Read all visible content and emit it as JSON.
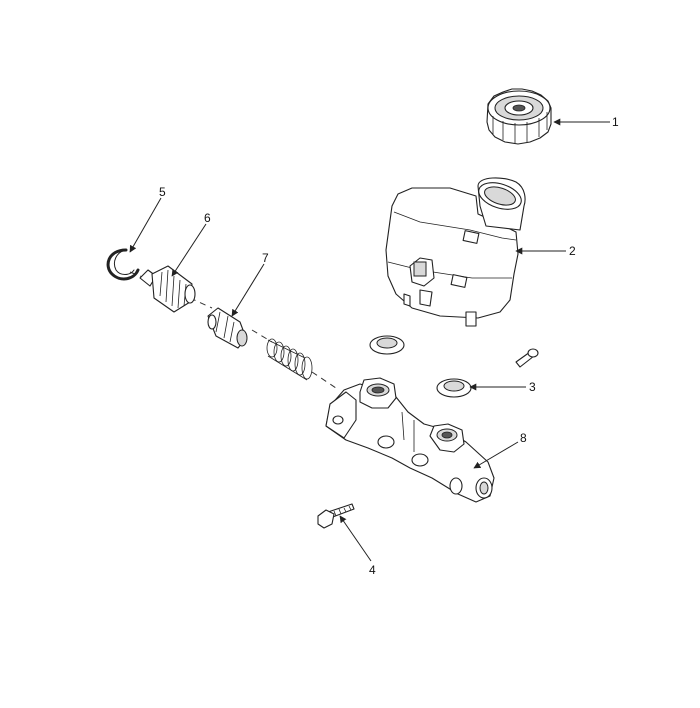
{
  "callouts": [
    {
      "id": "1",
      "label": "1"
    },
    {
      "id": "2",
      "label": "2"
    },
    {
      "id": "3",
      "label": "3"
    },
    {
      "id": "4",
      "label": "4"
    },
    {
      "id": "5",
      "label": "5"
    },
    {
      "id": "6",
      "label": "6"
    },
    {
      "id": "7",
      "label": "7"
    },
    {
      "id": "8",
      "label": "8"
    }
  ],
  "colors": {
    "line": "#222222",
    "fill": "#ffffff",
    "shade": "#d9d9d9"
  }
}
